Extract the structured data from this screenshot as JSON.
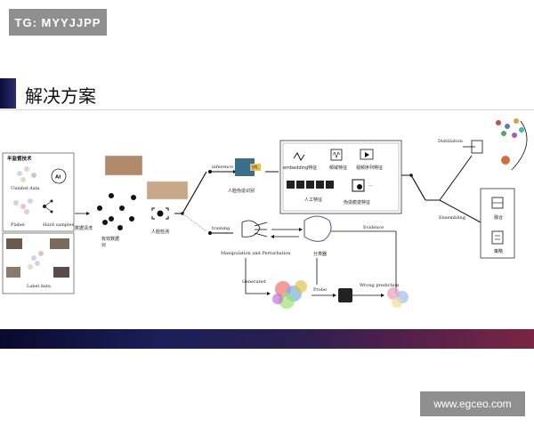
{
  "badge_text": "TG: MYYJJPP",
  "slide_title": "解决方案",
  "watermark_text": "www.egceo.com",
  "diagram": {
    "left_panel_title": "半监督技术",
    "unlabel_data": "Unlabel data",
    "ai_label": "AI",
    "pulsed": "Plabel",
    "hard_samples": "Hard samples",
    "label_data": "Label data",
    "data_cleaning": "数据清洗",
    "kept_data": "有效数据",
    "kept_data_2": "对",
    "face_detect": "人脸检测",
    "inference": "inference",
    "face_forgery": "人脸伪造识别",
    "spl_tag": "SPL",
    "embedding_feature": "embedding特征",
    "freq_feature": "频域特征",
    "seq_feature": "视频序列特征",
    "manual_feature": "人工特征",
    "forgery_trace_feature": "伪造痕迹特征",
    "ellipsis": "···",
    "training": "training",
    "classifier": "分类器",
    "manip_perturb": "Manipulation and Perturbation",
    "generated": "Generated",
    "probe": "Probe",
    "wrong_prediction": "Wrong prediction",
    "evidence": "Evidence",
    "distillation": "Distillation",
    "ensembling": "Ensembling",
    "fusion": "融合",
    "strategy": "策略"
  },
  "colors": {
    "accent_dark": "#0b0d3a",
    "badge_gray": "#8f8f8f",
    "band_start": "#090a2d",
    "band_end": "#7a2544",
    "line": "#111111"
  },
  "icons": [
    "brain-icon",
    "chip-icon",
    "face-scan-icon",
    "user-network-icon",
    "wave-icon",
    "film-icon"
  ]
}
